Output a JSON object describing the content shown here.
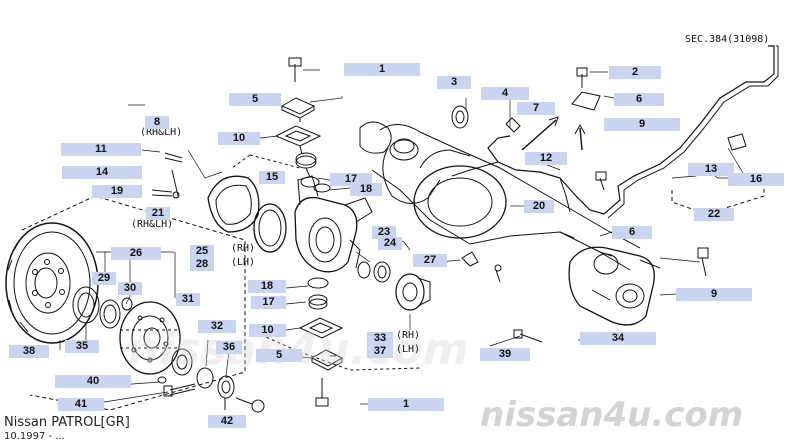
{
  "document": {
    "section_ref": "SEC.384(31098)",
    "model": "Nissan PATROL[GR]",
    "date_range": "10.1997 - ...",
    "watermark": "nissan4u.com"
  },
  "callouts": [
    {
      "num": "1"
    },
    {
      "num": "2"
    },
    {
      "num": "3"
    },
    {
      "num": "4"
    },
    {
      "num": "5"
    },
    {
      "num": "6"
    },
    {
      "num": "7"
    },
    {
      "num": "8"
    },
    {
      "num": "9"
    },
    {
      "num": "10"
    },
    {
      "num": "11"
    },
    {
      "num": "12"
    },
    {
      "num": "13"
    },
    {
      "num": "14"
    },
    {
      "num": "15"
    },
    {
      "num": "16"
    },
    {
      "num": "17"
    },
    {
      "num": "17"
    },
    {
      "num": "18"
    },
    {
      "num": "18"
    },
    {
      "num": "19"
    },
    {
      "num": "20"
    },
    {
      "num": "21"
    },
    {
      "num": "22"
    },
    {
      "num": "23"
    },
    {
      "num": "24"
    },
    {
      "num": "25"
    },
    {
      "num": "26"
    },
    {
      "num": "27"
    },
    {
      "num": "28"
    },
    {
      "num": "29"
    },
    {
      "num": "30"
    },
    {
      "num": "31"
    },
    {
      "num": "32"
    },
    {
      "num": "33"
    },
    {
      "num": "34"
    },
    {
      "num": "35"
    },
    {
      "num": "36"
    },
    {
      "num": "37"
    },
    {
      "num": "38"
    },
    {
      "num": "39"
    },
    {
      "num": "40"
    },
    {
      "num": "41"
    },
    {
      "num": "42"
    },
    {
      "num": "5"
    },
    {
      "num": "10"
    },
    {
      "num": "1"
    },
    {
      "num": "6"
    },
    {
      "num": "9"
    },
    {
      "num": "9"
    }
  ],
  "qualifiers": {
    "rh_lh": "(RH&LH)",
    "rh": "(RH)",
    "lh": "(LH)"
  },
  "colors": {
    "label_bg": "#c9d4f0",
    "line": "#111111",
    "watermark": "#d3d3d3"
  }
}
